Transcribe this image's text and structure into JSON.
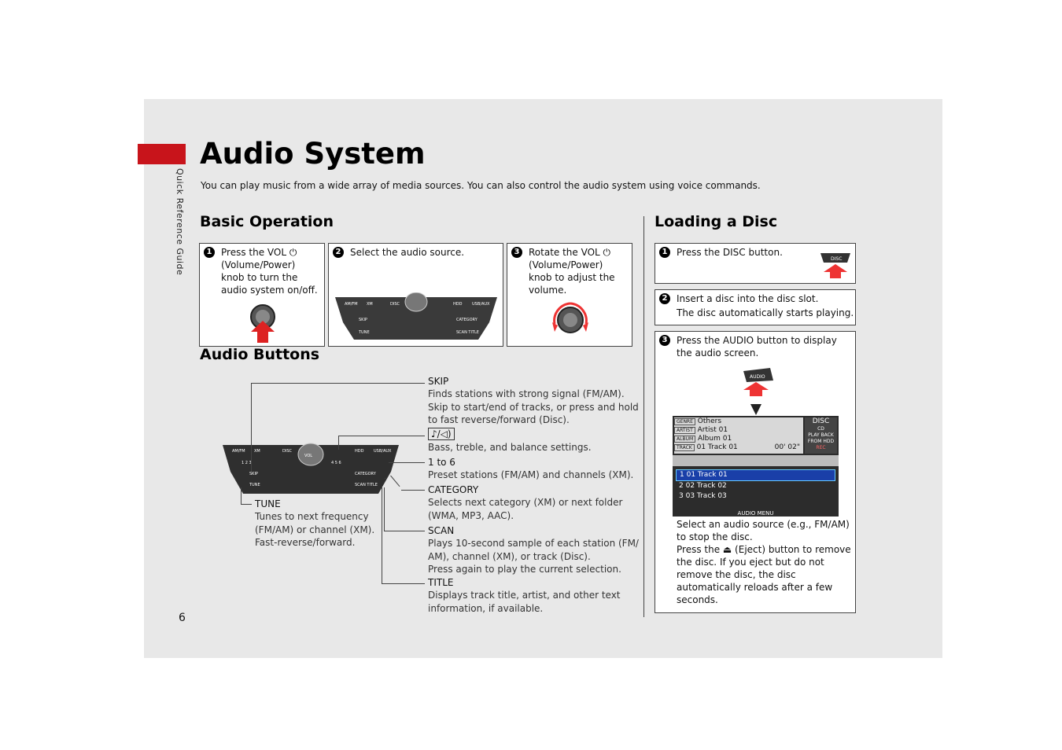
{
  "side_label": "Quick Reference Guide",
  "page_number": "6",
  "title": "Audio System",
  "intro": "You can play music from a wide array of media sources. You can also control the audio system using voice commands.",
  "basic_operation": {
    "heading": "Basic Operation",
    "steps": [
      {
        "num": "1",
        "text": "Press the VOL ⏻ (Volume/Power) knob to turn the audio system on/off.",
        "lines": [
          "Press the VOL ⏻",
          "(Volume/Power)",
          "knob to turn the",
          "audio system on/off."
        ]
      },
      {
        "num": "2",
        "text": "Select the audio source.",
        "lines": [
          "Select the audio source."
        ]
      },
      {
        "num": "3",
        "text": "Rotate the VOL ⏻ (Volume/Power) knob to adjust the volume.",
        "lines": [
          "Rotate the VOL ⏻",
          "(Volume/Power)",
          "knob to adjust the",
          "volume."
        ]
      }
    ]
  },
  "audio_buttons": {
    "heading": "Audio Buttons",
    "items": [
      {
        "label": "SKIP",
        "lines": [
          "Finds stations with strong signal (FM/AM).",
          "Skip to start/end of tracks, or press and hold",
          "to fast reverse/forward (Disc)."
        ]
      },
      {
        "label": "♪/◁)",
        "lines": [
          "Bass, treble, and balance settings."
        ]
      },
      {
        "label": "1 to 6",
        "lines": [
          "Preset stations (FM/AM) and channels (XM)."
        ]
      },
      {
        "label": "CATEGORY",
        "lines": [
          "Selects next category (XM) or next folder",
          "(WMA, MP3, AAC)."
        ]
      },
      {
        "label": "SCAN",
        "lines": [
          "Plays 10-second sample of each station (FM/",
          "AM), channel (XM), or track (Disc).",
          "Press again to play the current selection."
        ]
      },
      {
        "label": "TITLE",
        "lines": [
          "Displays track title, artist, and other text",
          "information, if available."
        ]
      },
      {
        "label": "TUNE",
        "lines": [
          "Tunes to next frequency",
          "(FM/AM) or channel (XM).",
          "Fast-reverse/forward."
        ]
      }
    ]
  },
  "loading_disc": {
    "heading": "Loading a Disc",
    "step1": {
      "num": "1",
      "text": "Press the DISC button."
    },
    "step2": {
      "num": "2",
      "line1": "Insert a disc into the disc slot.",
      "line2": "The disc automatically starts playing."
    },
    "step3": {
      "num": "3",
      "lines": [
        "Press the AUDIO button to display",
        "the audio screen."
      ],
      "after_lines": [
        "Select an audio source (e.g., FM/AM)",
        "to stop the disc.",
        "Press the ⏏ (Eject) button to remove",
        "the disc. If you eject but do not",
        "remove the disc, the disc",
        "automatically reloads after a few",
        "seconds."
      ]
    }
  },
  "panel_labels": {
    "top": [
      "AM/FM",
      "XM",
      "DISC",
      "HDD",
      "USB/AUX"
    ],
    "presets": [
      "1",
      "2",
      "3",
      "4",
      "5",
      "6"
    ],
    "bottom": [
      "SKIP",
      "CATEGORY",
      "TUNE",
      "SCAN",
      "TITLE"
    ],
    "knob": "VOL",
    "disc_button": "DISC",
    "audio_button": "AUDIO"
  },
  "screen": {
    "rows": [
      {
        "tag": "GENRE",
        "value": "Others"
      },
      {
        "tag": "ARTIST",
        "value": "Artist 01"
      },
      {
        "tag": "ALBUM",
        "value": "Album 01"
      },
      {
        "tag": "TRACK",
        "value": "01 Track 01"
      }
    ],
    "time": "00' 02\"",
    "disc_label": "DISC",
    "cd_label": "CD",
    "playback_label": "PLAY BACK",
    "from_hdd_label": "FROM HDD",
    "rec_label": "REC",
    "tracks": [
      {
        "n": "1",
        "name": "01 Track 01"
      },
      {
        "n": "2",
        "name": "02 Track 02"
      },
      {
        "n": "3",
        "name": "03 Track 03"
      }
    ],
    "menu": "AUDIO MENU"
  },
  "colors": {
    "accent_red": "#c8141b",
    "page_bg": "#e8e8e8",
    "track_highlight": "#1a3fa8"
  }
}
